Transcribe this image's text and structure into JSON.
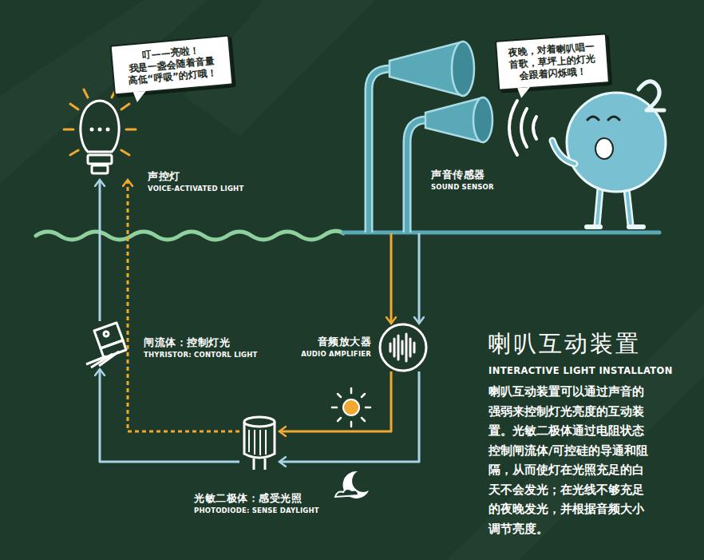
{
  "diagram": {
    "title": "喇叭互动装置",
    "caption": "喇叭互动装置可以通过声音的 强弱来控制灯光亮度的互动装 置。光敏二极体通过电阻状态 控制闸流体/可控硅的导通和阻 隔，从而使灯在光照充足的白 天不会发光；在光线不够充足 的夜晚发光，并根据音频大小 调节亮度。",
    "nodes": [
      {
        "text": [
          "叮——亮啦！ 我是一盏会随着音量 高低“呼吸”的灯哦！"
        ]
      },
      {
        "text": [
          "夜晚，对着喇叭唱一 首歌，草坪上的灯光 会跟着闪烁哦！"
        ]
      },
      {
        "text": [
          "声控灯",
          "VOICE-ACTIVATED LIGHT"
        ]
      },
      {
        "text": [
          "声音传感器",
          "SOUND SENSOR"
        ]
      },
      {
        "text": [
          "闸流体：控制灯光",
          "THYRISTOR: CONTORL LIGHT"
        ]
      },
      {
        "text": [
          "音频放大器",
          "AUDIO AMPLIFIER"
        ]
      },
      {
        "text": [
          "光敏二极体：感受光照",
          "PHOTODIODE: SENSE DAYLIGHT"
        ]
      }
    ],
    "edges": [
      {
        "from": 3,
        "to": 5,
        "arrow": "to"
      },
      {
        "from": 3,
        "to": 5,
        "arrow": "to"
      },
      {
        "from": 5,
        "to": 6,
        "arrow": "to"
      },
      {
        "from": 5,
        "to": 6,
        "arrow": "to"
      },
      {
        "from": 6,
        "to": 2,
        "arrow": "to"
      },
      {
        "from": 6,
        "to": 4,
        "arrow": "to"
      },
      {
        "from": 4,
        "to": 2,
        "arrow": "to"
      }
    ],
    "labels": [
      "INTERACTIVE LIGHT INSTALLATON"
    ]
  }
}
